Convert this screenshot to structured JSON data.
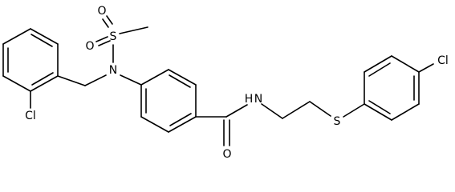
{
  "molecule": {
    "atoms": {
      "cl_left": "Cl",
      "o_sulfonyl_1": "O",
      "s_sulfonyl": "S",
      "o_sulfonyl_2": "O",
      "n_sulfonamide": "N",
      "o_carbonyl": "O",
      "n_amide": "N",
      "h_amide": "H",
      "s_thioether": "S",
      "cl_right": "Cl"
    }
  }
}
